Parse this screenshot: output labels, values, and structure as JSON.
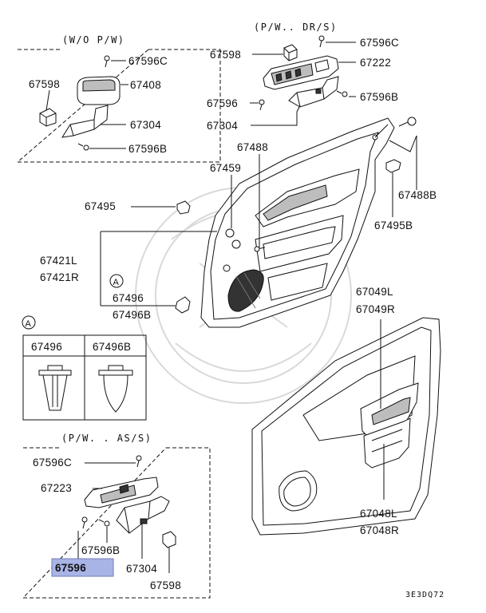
{
  "boxes": {
    "wo_pw": "(W/O  P/W)",
    "pw_dr": "(P/W.. DR/S)",
    "pw_as": "(P/W. . AS/S)"
  },
  "callout": "A",
  "labels": {
    "wo_pw_67596C": "67596C",
    "wo_pw_67598": "67598",
    "wo_pw_67408": "67408",
    "wo_pw_67304": "67304",
    "wo_pw_67596B": "67596B",
    "dr_67598": "67598",
    "dr_67596C": "67596C",
    "dr_67222": "67222",
    "dr_67596": "67596",
    "dr_67596B": "67596B",
    "dr_67304": "67304",
    "p67488": "67488",
    "p67459": "67459",
    "p67495": "67495",
    "p67488B": "67488B",
    "p67495B": "67495B",
    "p67421L": "67421L",
    "p67421R": "67421R",
    "p67496": "67496",
    "p67496B": "67496B",
    "p67049L": "67049L",
    "p67049R": "67049R",
    "p67048L": "67048L",
    "p67048R": "67048R",
    "as_67596C": "67596C",
    "as_67223": "67223",
    "as_67596B": "67596B",
    "as_67596": "67596",
    "as_67304": "67304",
    "as_67598": "67598"
  },
  "clip_table": {
    "col1": "67496",
    "col2": "67496B"
  },
  "highlight": {
    "part": "67596",
    "color": "#a9b4e6"
  },
  "diagram_code": "3E3DQ72"
}
